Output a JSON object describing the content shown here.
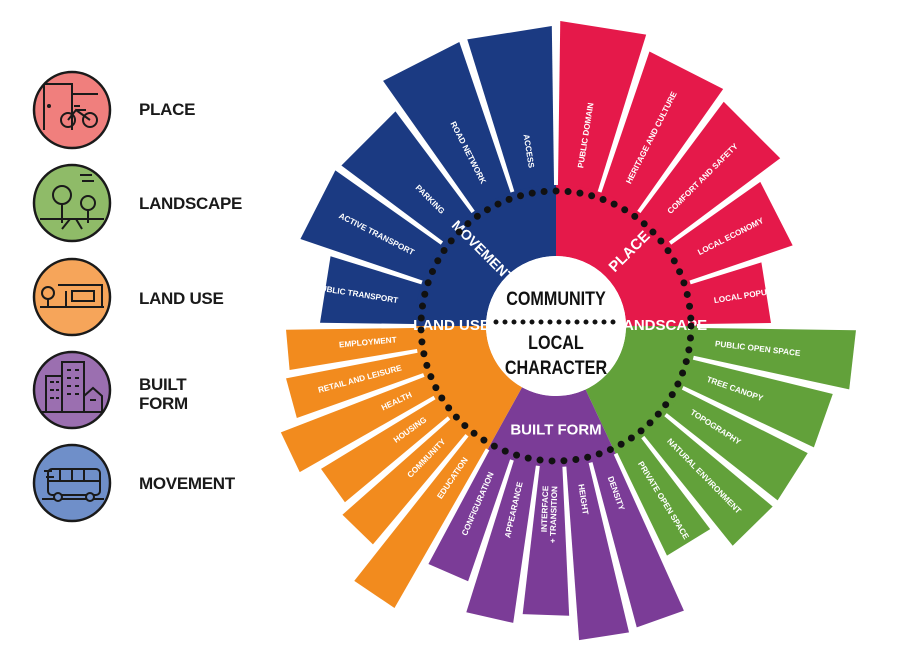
{
  "legend": {
    "items": [
      {
        "key": "place",
        "label": "PLACE",
        "label2": "",
        "color": "#f07f7d",
        "icon": "bicycle-door-icon"
      },
      {
        "key": "landscape",
        "label": "LANDSCAPE",
        "label2": "",
        "color": "#8fbb68",
        "icon": "trees-road-icon"
      },
      {
        "key": "landuse",
        "label": "LAND USE",
        "label2": "",
        "color": "#f6a55a",
        "icon": "shopfront-icon"
      },
      {
        "key": "builtform",
        "label": "BUILT",
        "label2": "FORM",
        "color": "#9b6fb0",
        "icon": "buildings-icon"
      },
      {
        "key": "movement",
        "label": "MOVEMENT",
        "label2": "",
        "color": "#6f8fc9",
        "icon": "bus-icon"
      }
    ]
  },
  "wheel": {
    "center_top": "COMMUNITY",
    "center_line1": "LOCAL",
    "center_line2": "CHARACTER",
    "sectors": [
      {
        "name": "MOVEMENT",
        "color": "#1b3a82",
        "items": [
          "PUBLIC TRANSPORT",
          "ACTIVE TRANSPORT",
          "PARKING",
          "ROAD NETWORK",
          "ACCESS"
        ]
      },
      {
        "name": "PLACE",
        "color": "#e5194a",
        "items": [
          "PUBLIC DOMAIN",
          "HERITAGE AND CULTURE",
          "COMFORT AND SAFETY",
          "LOCAL ECONOMY",
          "LOCAL POPULATION"
        ]
      },
      {
        "name": "LANDSCAPE",
        "color": "#62a13a",
        "items": [
          "PUBLIC OPEN SPACE",
          "TREE CANOPY",
          "TOPOGRAPHY",
          "NATURAL ENVIRONMENT",
          "PRIVATE OPEN SPACE"
        ]
      },
      {
        "name": "BUILT FORM",
        "color": "#7b3c97",
        "items": [
          "DENSITY",
          "HEIGHT",
          "INTERFACE + TRANSITION",
          "APPEARANCE",
          "CONFIGURATION"
        ]
      },
      {
        "name": "LAND USE",
        "color": "#f28b1e",
        "items": [
          "EDUCATION",
          "COMMUNITY",
          "HOUSING",
          "HEALTH",
          "RETAIL AND LEISURE",
          "EMPLOYMENT"
        ]
      }
    ]
  }
}
